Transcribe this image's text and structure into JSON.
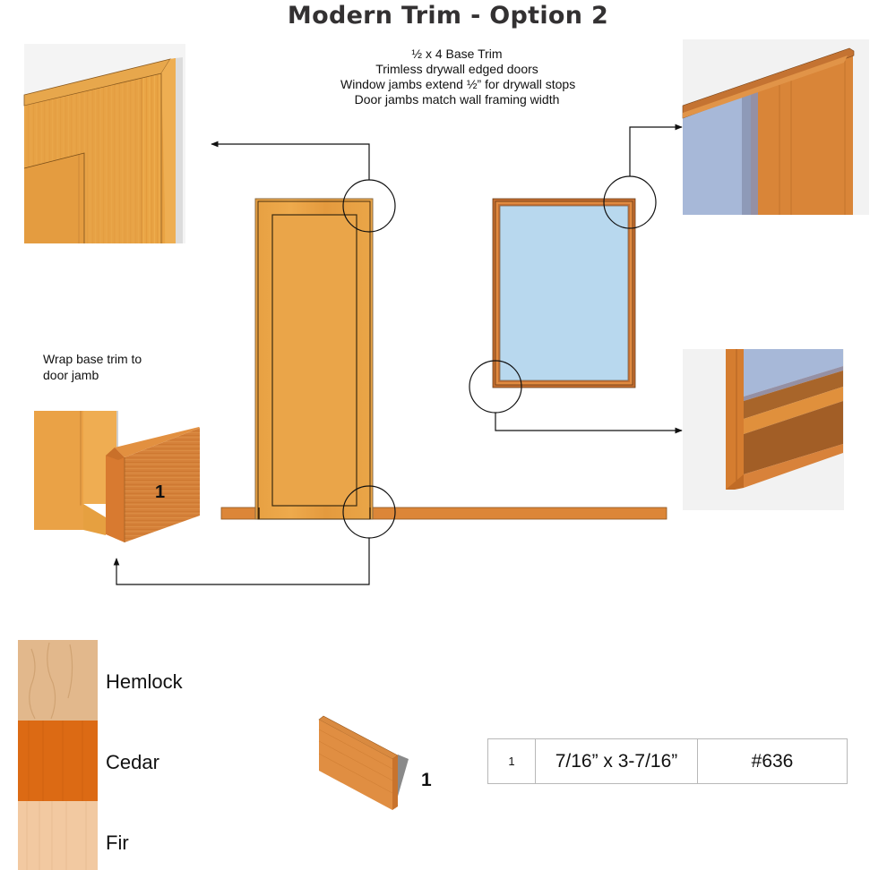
{
  "page": {
    "title": "Modern Trim - Option 2"
  },
  "notes": {
    "lines": [
      "½ x 4 Base Trim",
      "Trimless drywall edged doors",
      "Window jambs extend ½” for drywall stops",
      "Door jambs match wall framing width"
    ]
  },
  "callouts": {
    "wrap_label_line1": "Wrap base trim to",
    "wrap_label_line2": "door jamb",
    "base_piece_number": "1",
    "detail_views": [
      {
        "id": "door-head-detail",
        "target": "door top-right corner",
        "position": "top-left"
      },
      {
        "id": "window-head-detail",
        "target": "window top-right corner",
        "position": "top-right"
      },
      {
        "id": "window-sill-detail",
        "target": "window bottom-left corner",
        "position": "mid-right"
      },
      {
        "id": "base-wrap-detail",
        "target": "door bottom-right / base trim",
        "position": "mid-left"
      }
    ]
  },
  "species": [
    {
      "name": "Hemlock",
      "color": "#e2b88c"
    },
    {
      "name": "Cedar",
      "color": "#dc6a14"
    },
    {
      "name": "Fir",
      "color": "#f2c9a1"
    }
  ],
  "parts": {
    "piece_label": "1",
    "table": {
      "rows": [
        {
          "number": "1",
          "dimensions": "7/16” x 3-7/16”",
          "profile": "#636"
        }
      ]
    }
  },
  "colors": {
    "wood_light": "#e9a444",
    "wood_dark": "#d8802e",
    "glass": "#b8d8ee",
    "glass_detail": "#a7b8d8",
    "detail_bg": "#f2f2f2"
  }
}
